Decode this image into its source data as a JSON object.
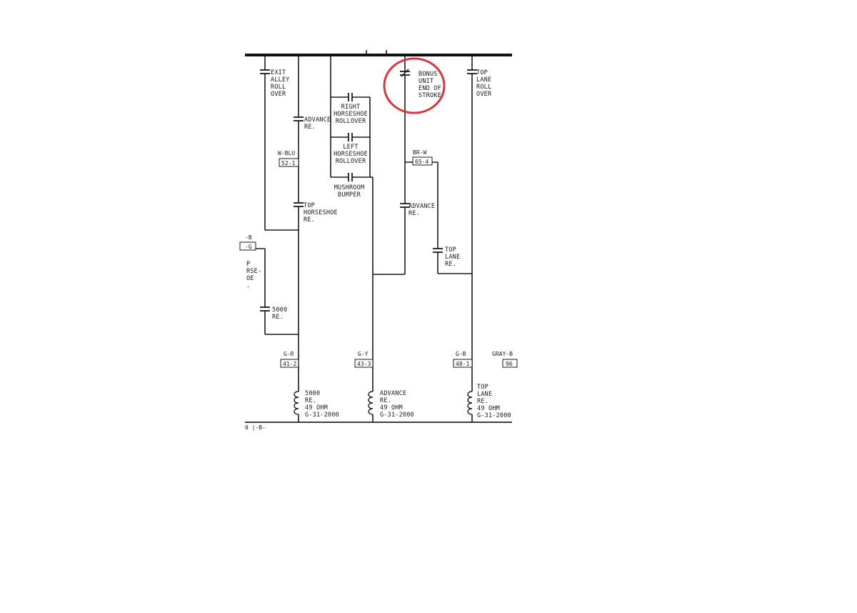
{
  "labels": {
    "exit_alley": [
      "EXIT",
      "ALLEY",
      "ROLL",
      "OVER"
    ],
    "advance_re_1": [
      "ADVANCE",
      "RE."
    ],
    "right_horseshoe": [
      "RIGHT",
      "HORSESHOE",
      "ROLLOVER"
    ],
    "left_horseshoe": [
      "LEFT",
      "HORSESHOE",
      "ROLLOVER"
    ],
    "mushroom_bumper": [
      "MUSHROOM",
      "BUMPER"
    ],
    "bonus_unit": [
      "BONUS",
      "UNIT",
      "END OF",
      "STROKE"
    ],
    "top_lane_rollover": [
      "TOP",
      "LANE",
      "ROLL",
      "OVER"
    ],
    "top_horseshoe_re": [
      "TOP",
      "HORSESHOE",
      "RE."
    ],
    "advance_re_2": [
      "ADVANCE",
      "RE."
    ],
    "top_lane_re": [
      "TOP",
      "LANE",
      "RE."
    ],
    "re_5000": [
      "5000",
      "RE."
    ],
    "left_partial": [
      "P",
      "RSE-",
      "OE",
      "."
    ],
    "coil_5000": [
      "5000",
      "RE.",
      "49 OHM",
      "G-31-2000"
    ],
    "coil_advance": [
      "ADVANCE",
      "RE.",
      "49 OHM",
      "G-31-2000"
    ],
    "coil_top_lane": [
      "TOP",
      "LANE",
      "RE.",
      "49 OHM",
      "G-31-2000"
    ]
  },
  "wire_tags": {
    "w_blu": {
      "color": "W-BLU",
      "num": "52-1"
    },
    "br_w": {
      "color": "BR-W",
      "num": "65-4"
    },
    "g_r": {
      "color": "G-R",
      "num": "41-2"
    },
    "g_y": {
      "color": "G-Y",
      "num": "43-3"
    },
    "g_b": {
      "color": "G-B",
      "num": "48-1"
    },
    "gray_b": {
      "color": "GRAY-B",
      "num": "96"
    },
    "left_b": {
      "color": "-B",
      "num": "-G"
    }
  },
  "bottom_fragment": "0  |-B-",
  "colors": {
    "ink": "#1a1a1a",
    "highlight": "#d9363e",
    "paper": "#ffffff"
  }
}
